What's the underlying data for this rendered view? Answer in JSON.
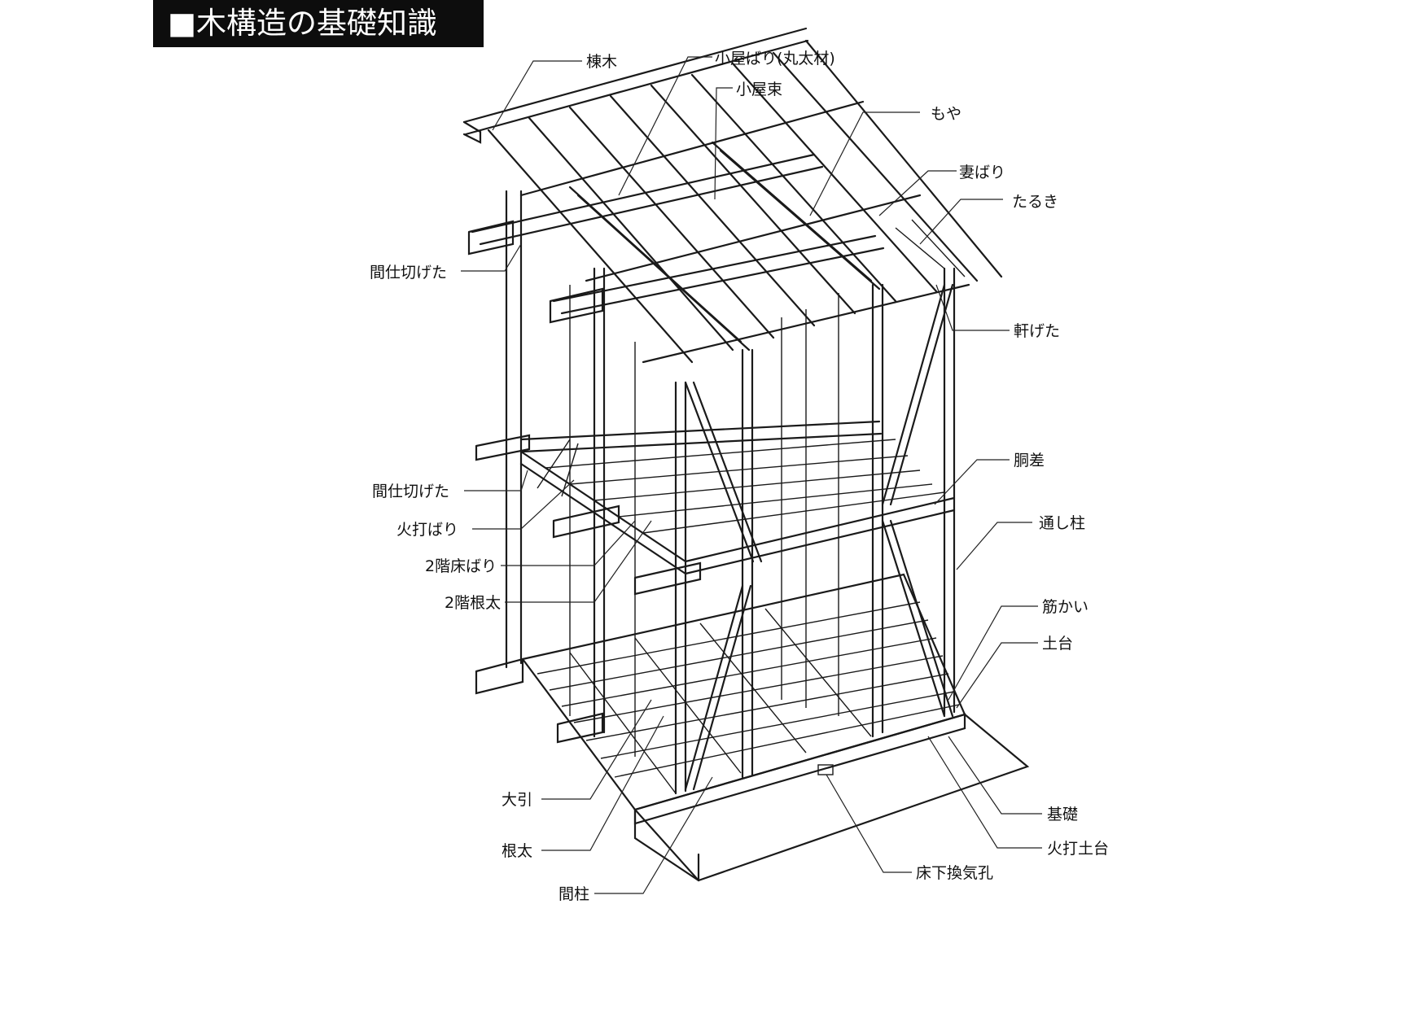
{
  "title": "■木構造の基礎知識",
  "labels": {
    "munagi": "棟木",
    "koyabari": "小屋ばり(丸太材)",
    "koyazuka": "小屋束",
    "moya": "もや",
    "tsumabari": "妻ばり",
    "taruki": "たるき",
    "majikiri_geta_upper": "間仕切げた",
    "nokigeta": "軒げた",
    "dosashi": "胴差",
    "majikiri_geta_lower": "間仕切げた",
    "toshibashira": "通し柱",
    "hiuchibari": "火打ばり",
    "floor2_beam": "2階床ばり",
    "floor2_joist": "2階根太",
    "sujikai": "筋かい",
    "dodai": "土台",
    "obiki": "大引",
    "neda": "根太",
    "kiso": "基礎",
    "hiuchi_dodai": "火打土台",
    "underfloor_vent": "床下換気孔",
    "mabashira": "間柱"
  }
}
